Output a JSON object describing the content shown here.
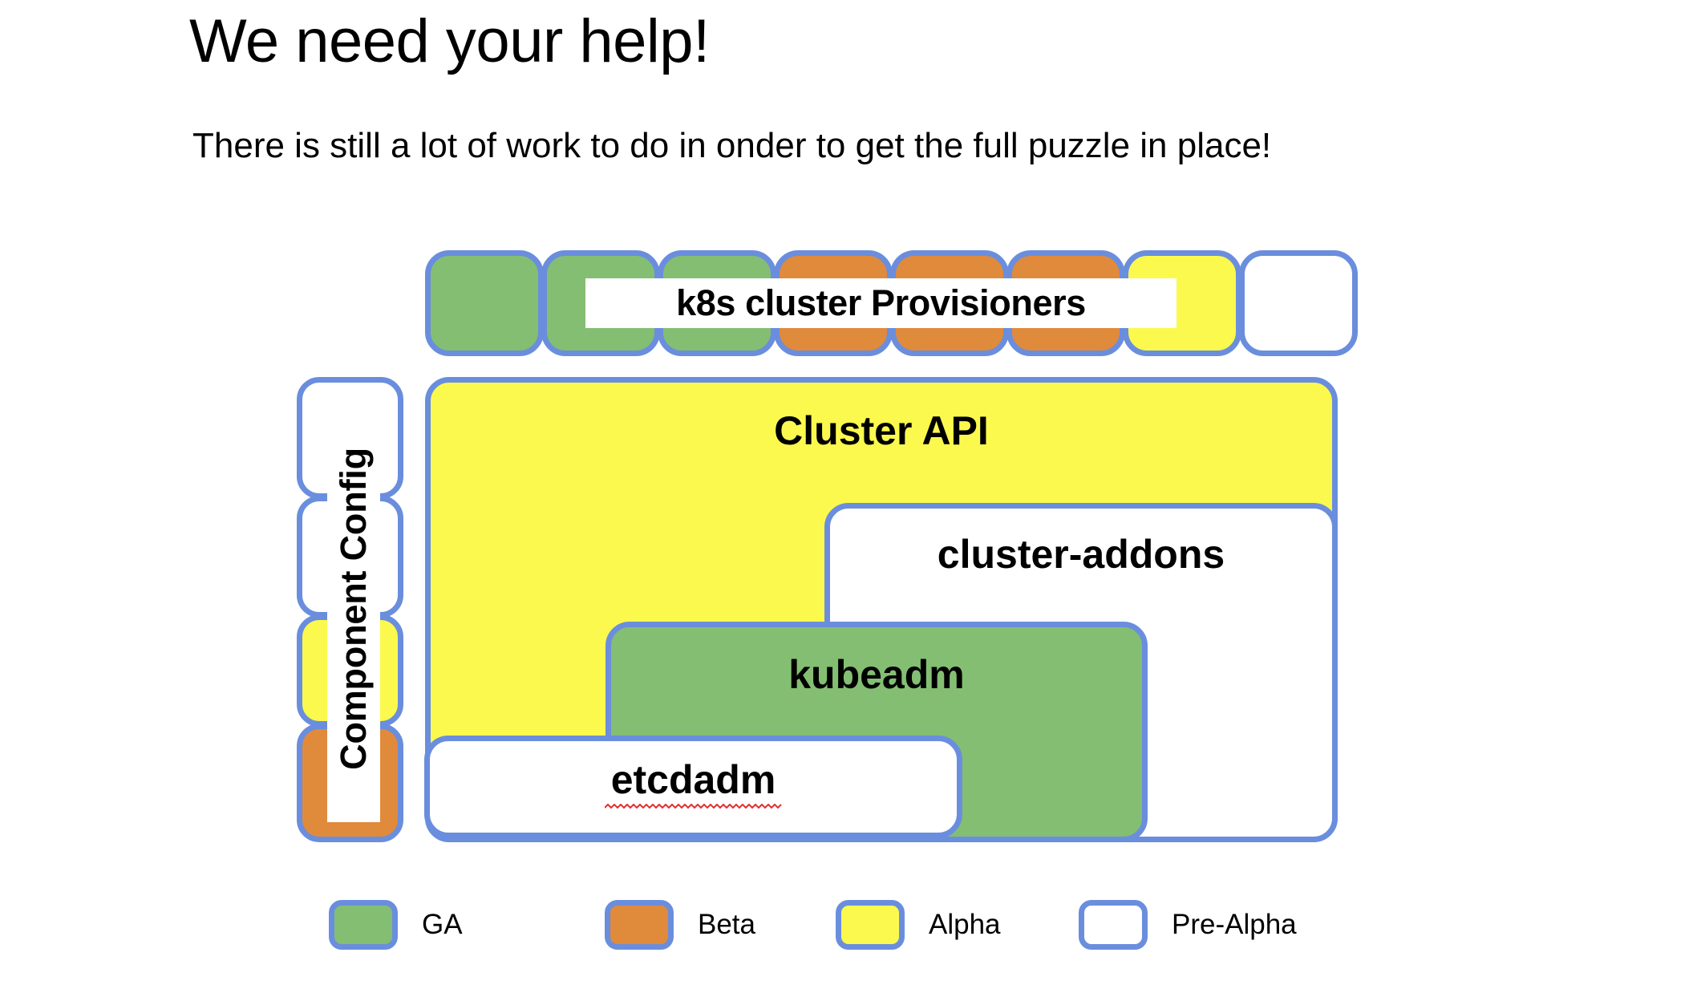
{
  "slide": {
    "title": "We need your help!",
    "subtitle": "There is still a lot of work to do in onder to get the full puzzle in place!"
  },
  "colors": {
    "ga": "#84be72",
    "beta": "#e08a3c",
    "alpha": "#fcf94e",
    "prealpha": "#ffffff",
    "border": "#6a8edd",
    "background": "#ffffff",
    "text": "#000000",
    "spellcheck_underline": "#e03030"
  },
  "provisioners": {
    "label": "k8s cluster Provisioners",
    "boxes": [
      {
        "status": "ga",
        "status_label": "GA"
      },
      {
        "status": "ga",
        "status_label": "GA"
      },
      {
        "status": "ga",
        "status_label": "GA"
      },
      {
        "status": "beta",
        "status_label": "Beta"
      },
      {
        "status": "beta",
        "status_label": "Beta"
      },
      {
        "status": "beta",
        "status_label": "Beta"
      },
      {
        "status": "alpha",
        "status_label": "Alpha"
      },
      {
        "status": "prealpha",
        "status_label": "Pre-Alpha"
      }
    ]
  },
  "component_config": {
    "label": "Component Config",
    "boxes": [
      {
        "status": "prealpha",
        "status_label": "Pre-Alpha"
      },
      {
        "status": "prealpha",
        "status_label": "Pre-Alpha"
      },
      {
        "status": "alpha",
        "status_label": "Alpha"
      },
      {
        "status": "beta",
        "status_label": "Beta"
      }
    ]
  },
  "stack": {
    "cluster_api": {
      "label": "Cluster API",
      "status": "alpha",
      "status_label": "Alpha"
    },
    "cluster_addons": {
      "label": "cluster-addons",
      "status": "prealpha",
      "status_label": "Pre-Alpha"
    },
    "kubeadm": {
      "label": "kubeadm",
      "status": "ga",
      "status_label": "GA"
    },
    "etcdadm": {
      "label": "etcdadm",
      "status": "prealpha",
      "status_label": "Pre-Alpha",
      "spellcheck_flagged": true
    }
  },
  "legend": {
    "items": [
      {
        "label": "GA",
        "status": "ga"
      },
      {
        "label": "Beta",
        "status": "beta"
      },
      {
        "label": "Alpha",
        "status": "alpha"
      },
      {
        "label": "Pre-Alpha",
        "status": "prealpha"
      }
    ]
  }
}
